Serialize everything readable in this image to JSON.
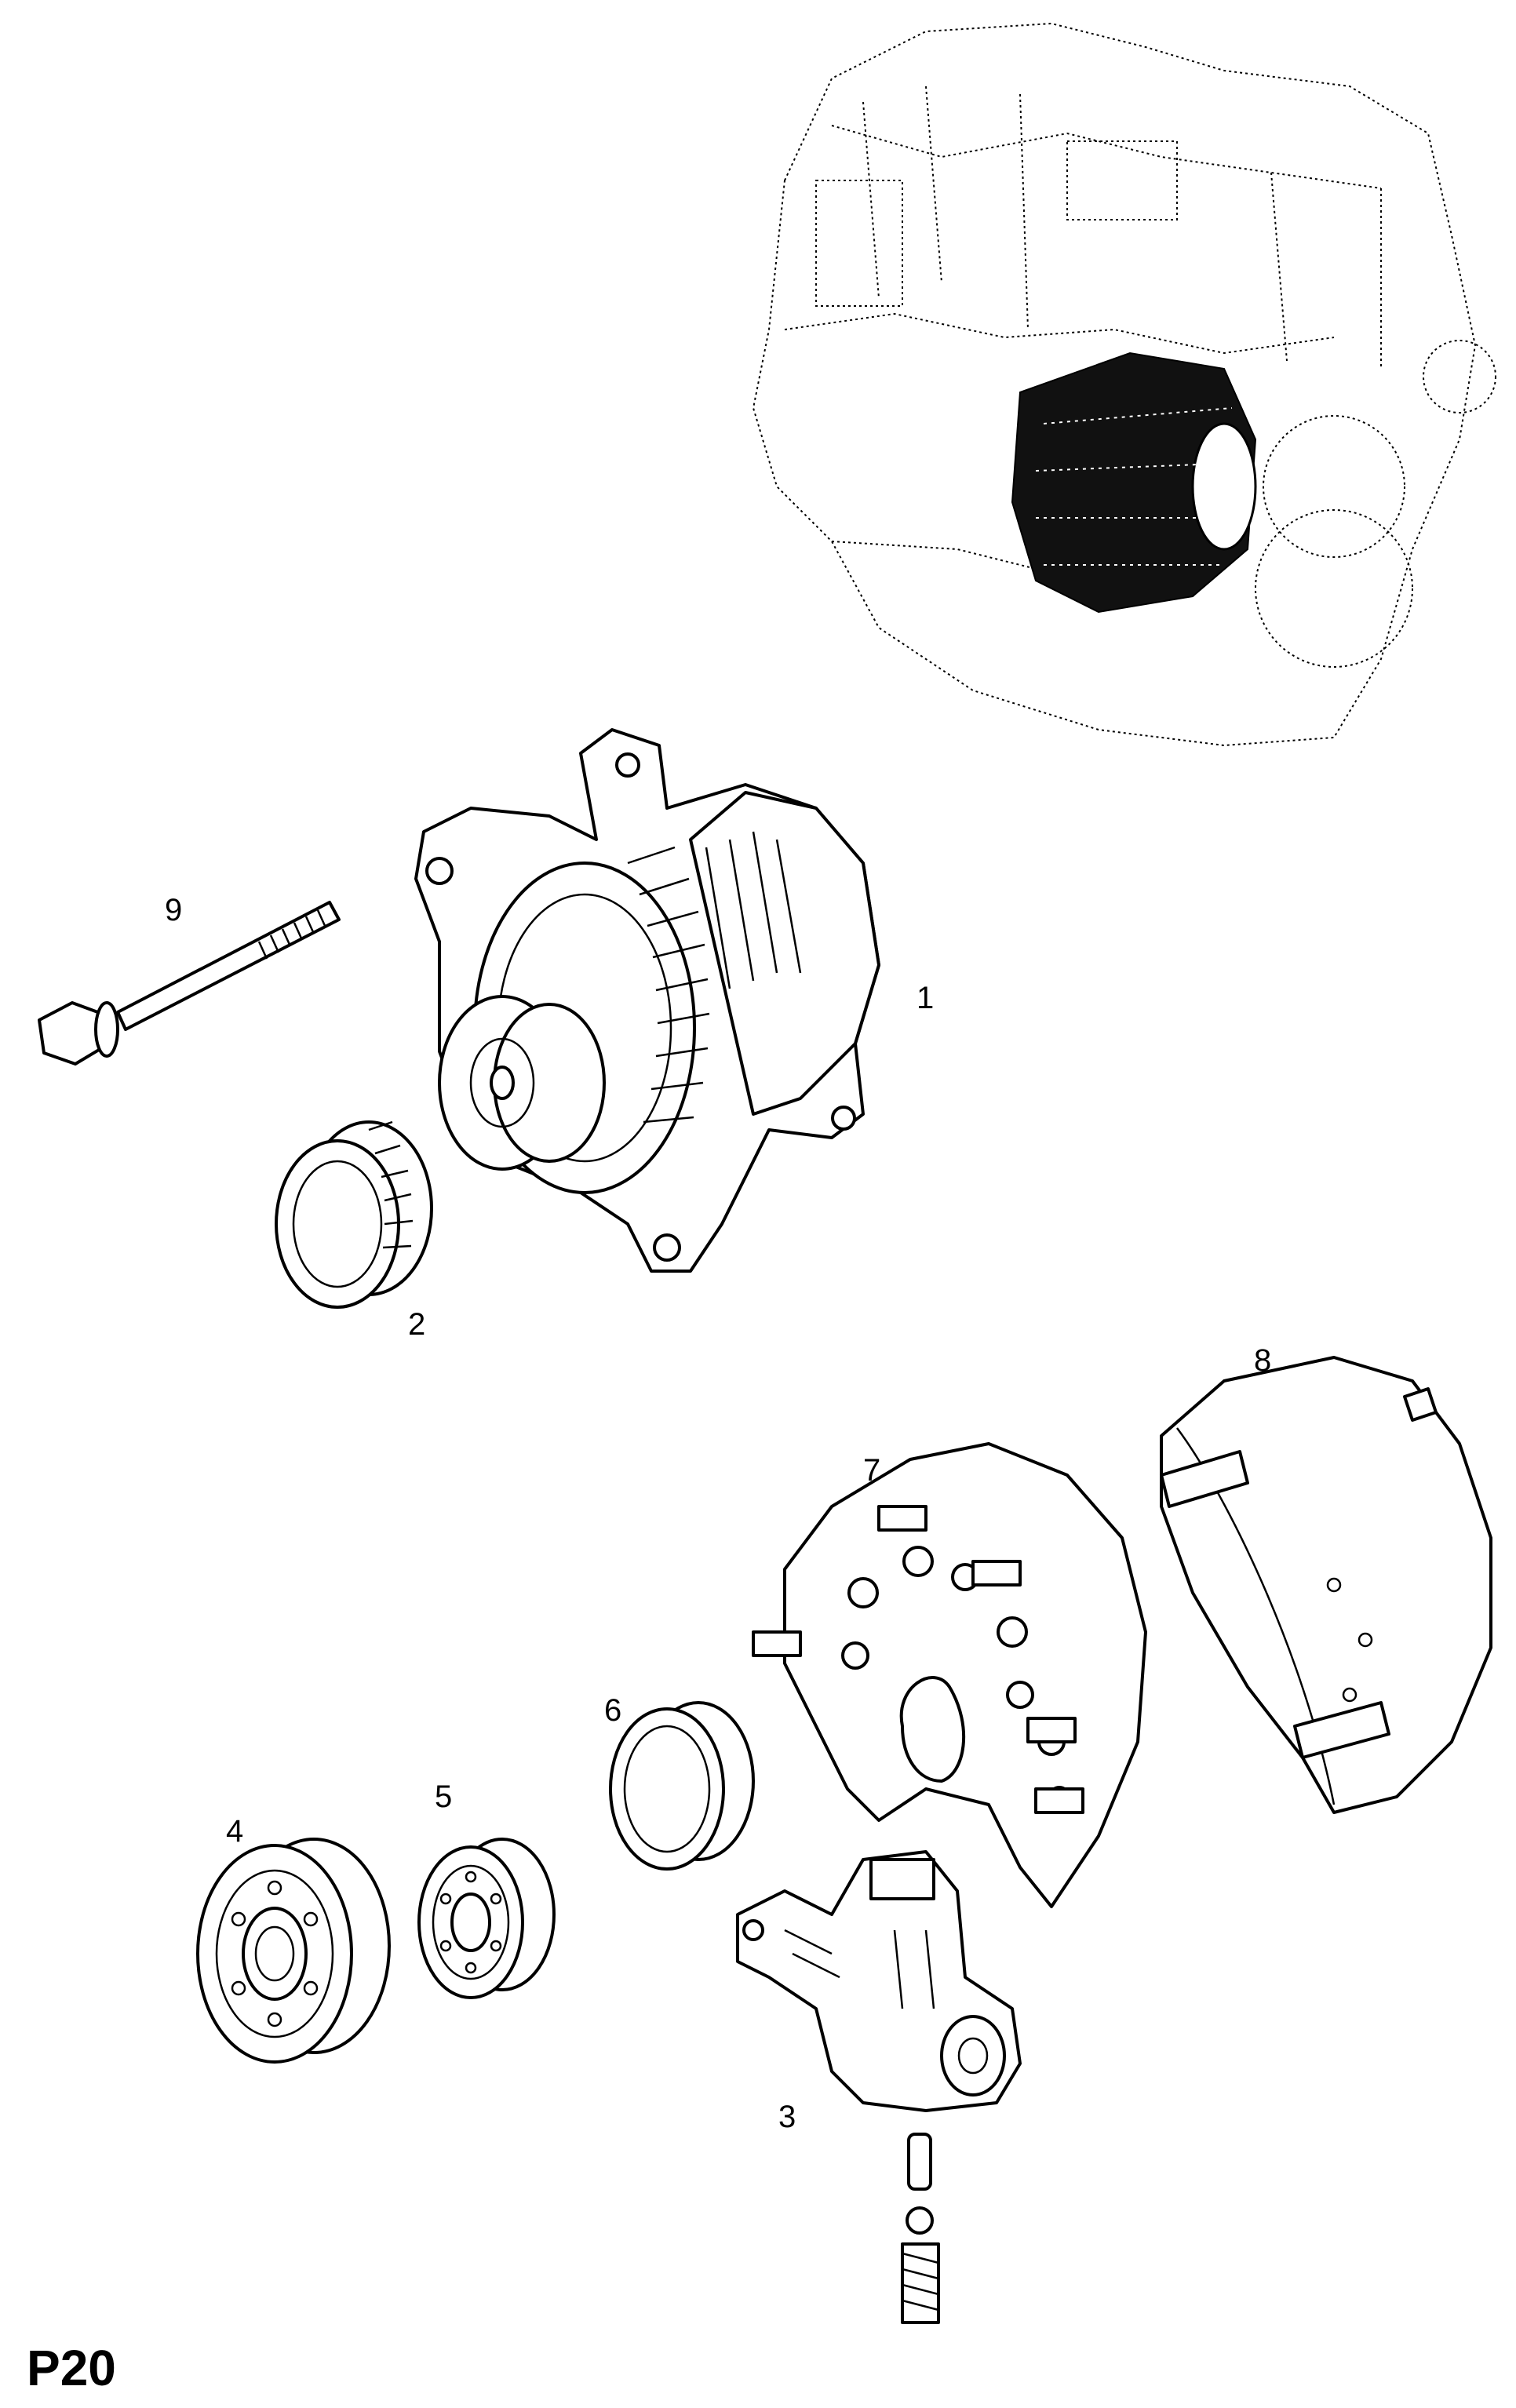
{
  "diagram": {
    "page_code": "P20",
    "callouts": [
      {
        "id": "1",
        "label": "1"
      },
      {
        "id": "2",
        "label": "2"
      },
      {
        "id": "3",
        "label": "3"
      },
      {
        "id": "4",
        "label": "4"
      },
      {
        "id": "5",
        "label": "5"
      },
      {
        "id": "6",
        "label": "6"
      },
      {
        "id": "7",
        "label": "7"
      },
      {
        "id": "8",
        "label": "8"
      },
      {
        "id": "9",
        "label": "9"
      }
    ]
  }
}
